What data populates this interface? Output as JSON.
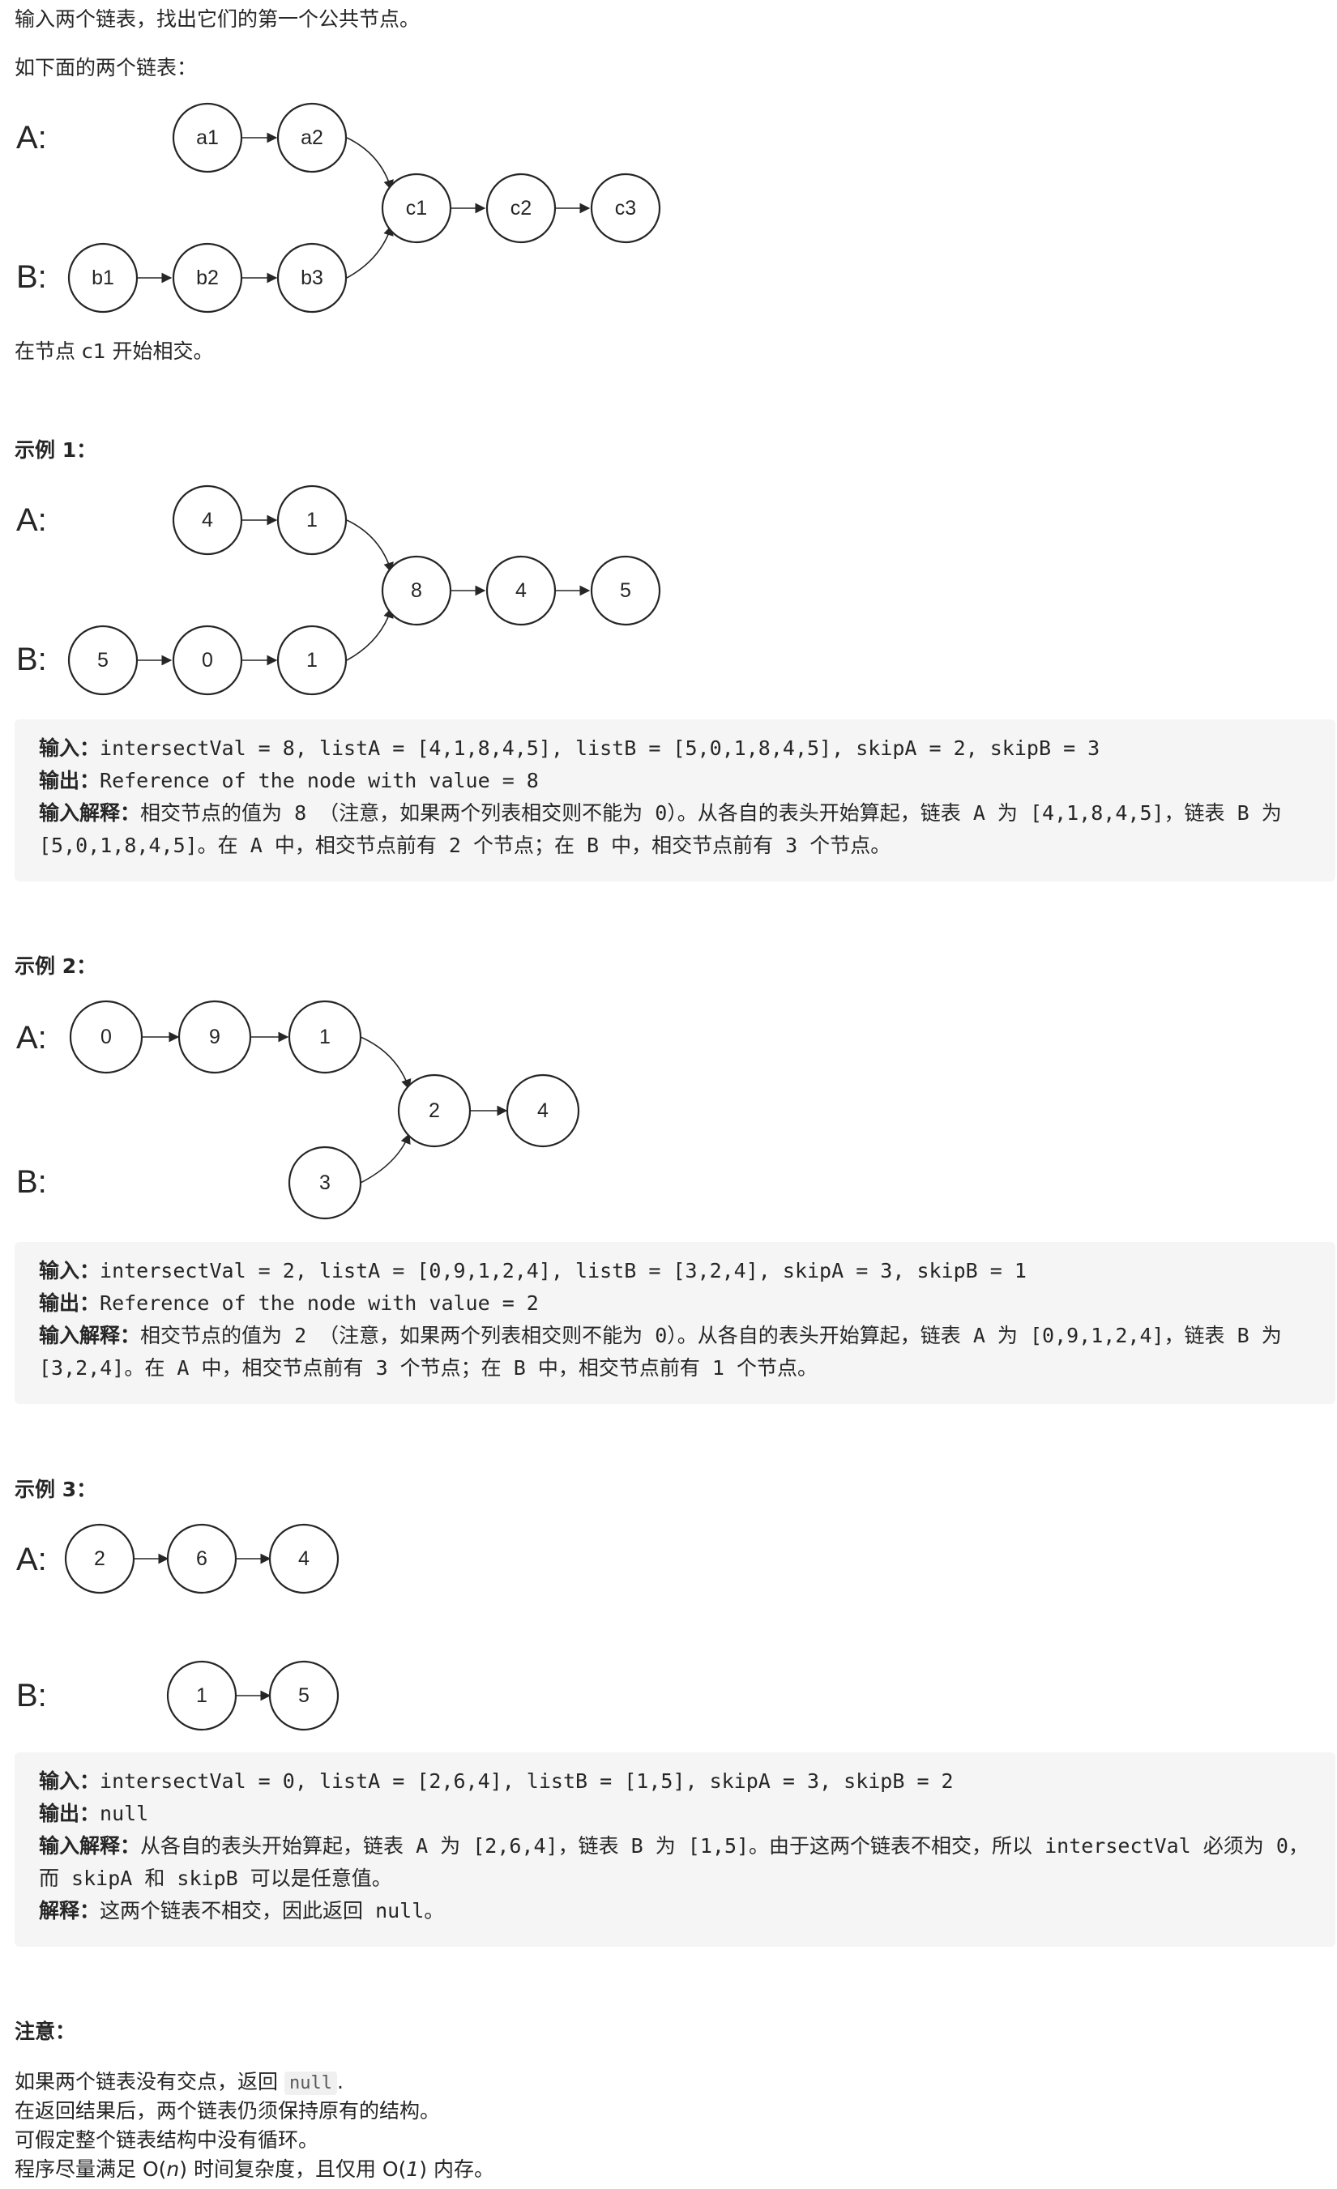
{
  "intro": {
    "line1": "输入两个链表，找出它们的第一个公共节点。",
    "line2": "如下面的两个链表：",
    "after": "在节点 c1 开始相交。"
  },
  "diagrams": [
    {
      "label_a": "A:",
      "label_b": "B:",
      "nodes": {
        "a1": "a1",
        "a2": "a2",
        "b1": "b1",
        "b2": "b2",
        "b3": "b3",
        "c1": "c1",
        "c2": "c2",
        "c3": "c3"
      }
    },
    {
      "label_a": "A:",
      "label_b": "B:",
      "nodes": {
        "a1": "4",
        "a2": "1",
        "b1": "5",
        "b2": "0",
        "b3": "1",
        "c1": "8",
        "c2": "4",
        "c3": "5"
      }
    },
    {
      "label_a": "A:",
      "label_b": "B:",
      "nodes": {
        "a1": "0",
        "a2": "9",
        "a3": "1",
        "b1": "3",
        "c1": "2",
        "c2": "4"
      }
    },
    {
      "label_a": "A:",
      "label_b": "B:",
      "nodes": {
        "a1": "2",
        "a2": "6",
        "a3": "4",
        "b1": "1",
        "b2": "5"
      }
    }
  ],
  "examples": [
    {
      "heading": "示例 1：",
      "input_label": "输入：",
      "input": "intersectVal = 8, listA = [4,1,8,4,5], listB = [5,0,1,8,4,5], skipA = 2, skipB = 3",
      "output_label": "输出：",
      "output": "Reference of the node with value = 8",
      "explain_label": "输入解释：",
      "explain": "相交节点的值为 8 （注意，如果两个列表相交则不能为 0）。从各自的表头开始算起，链表 A 为 [4,1,8,4,5]，链表 B 为 [5,0,1,8,4,5]。在 A 中，相交节点前有 2 个节点；在 B 中，相交节点前有 3 个节点。"
    },
    {
      "heading": "示例 2：",
      "input_label": "输入：",
      "input": "intersectVal = 2, listA = [0,9,1,2,4], listB = [3,2,4], skipA = 3, skipB = 1",
      "output_label": "输出：",
      "output": "Reference of the node with value = 2",
      "explain_label": "输入解释：",
      "explain": "相交节点的值为 2 （注意，如果两个列表相交则不能为 0）。从各自的表头开始算起，链表 A 为 [0,9,1,2,4]，链表 B 为 [3,2,4]。在 A 中，相交节点前有 3 个节点；在 B 中，相交节点前有 1 个节点。"
    },
    {
      "heading": "示例 3：",
      "input_label": "输入：",
      "input": "intersectVal = 0, listA = [2,6,4], listB = [1,5], skipA = 3, skipB = 2",
      "output_label": "输出：",
      "output": "null",
      "explain_label": "输入解释：",
      "explain": "从各自的表头开始算起，链表 A 为 [2,6,4]，链表 B 为 [1,5]。由于这两个链表不相交，所以 intersectVal 必须为 0，而 skipA 和 skipB 可以是任意值。",
      "solution_label": "解释：",
      "solution": "这两个链表不相交，因此返回 null。"
    }
  ],
  "notes": {
    "heading": "注意：",
    "n1_before": "如果两个链表没有交点，返回 ",
    "n1_code": "null",
    "n1_after": ".",
    "n2": "在返回结果后，两个链表仍须保持原有的结构。",
    "n3": "可假定整个链表结构中没有循环。",
    "n4_a": "程序尽量满足 O(",
    "n4_n": "n",
    "n4_b": ") 时间复杂度，且仅用 O(",
    "n4_1": "1",
    "n4_c": ") 内存。"
  }
}
